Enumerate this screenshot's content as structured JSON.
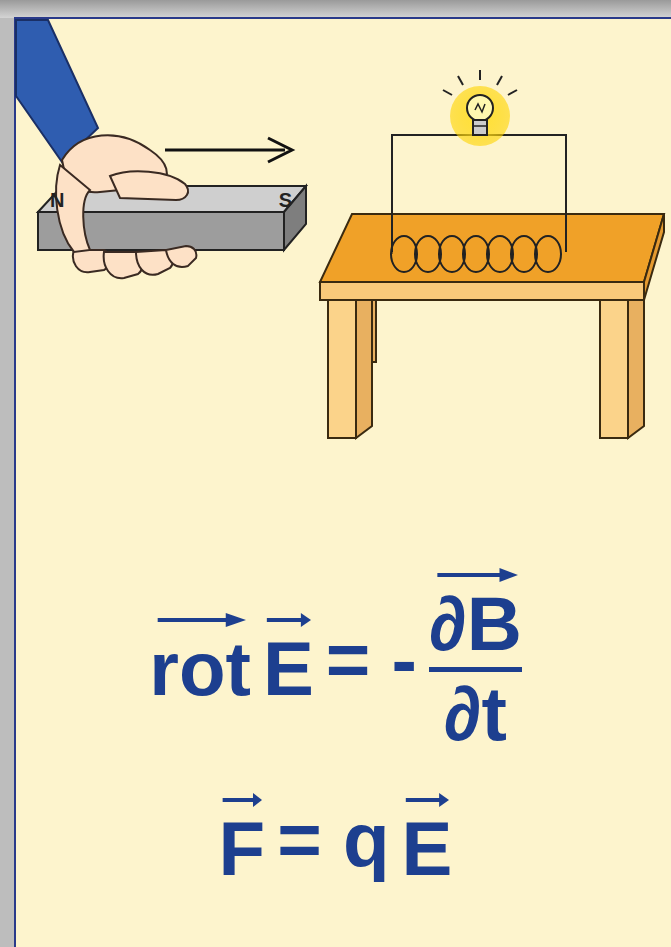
{
  "diagram": {
    "nodes": [
      {
        "text": [
          "N",
          "S"
        ]
      }
    ],
    "labels": [
      "rot",
      "E",
      "= -",
      "∂B",
      "∂t",
      "F",
      "= q",
      "E"
    ]
  }
}
